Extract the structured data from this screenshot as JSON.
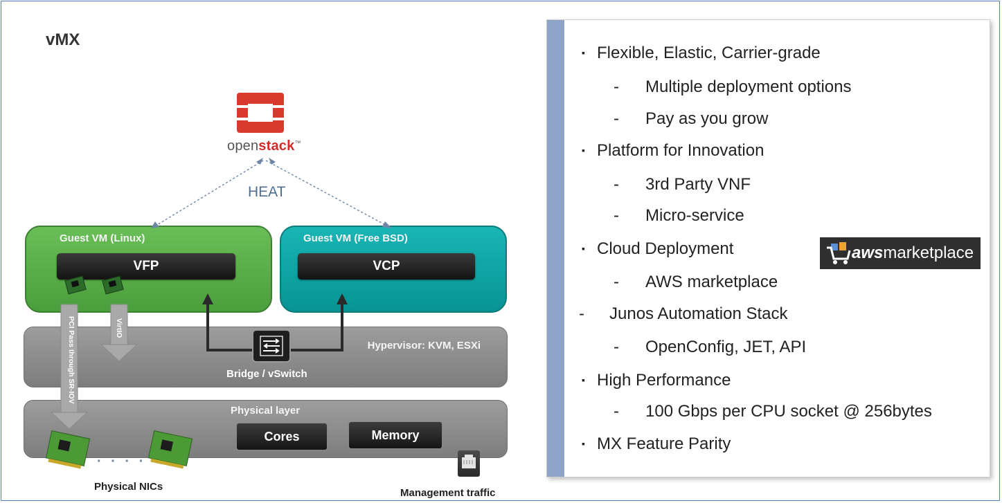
{
  "title": "vMX",
  "openstack": {
    "word_open": "open",
    "word_stack": "stack",
    "tm": "™"
  },
  "heat_label": "HEAT",
  "guest_vm_linux": {
    "label": "Guest VM (Linux)",
    "module": "VFP"
  },
  "guest_vm_bsd": {
    "label": "Guest VM (Free BSD)",
    "module": "VCP"
  },
  "hypervisor": {
    "label": "Hypervisor: KVM, ESXi",
    "bridge": "Bridge / vSwitch"
  },
  "physical": {
    "label": "Physical layer",
    "cores": "Cores",
    "memory": "Memory"
  },
  "paths": {
    "sriov": "PCI Pass through SR-IOV",
    "virtio": "VirtIO"
  },
  "physical_nics_label": "Physical NICs",
  "nic_dots": "· · · ·",
  "management_label": "Management traffic",
  "aws_badge": {
    "bold": "aws",
    "rest": "marketplace"
  },
  "features": [
    {
      "mark": "▪",
      "text": "Flexible, Elastic, Carrier-grade"
    },
    {
      "mark": "-",
      "text": "Multiple deployment options"
    },
    {
      "mark": "-",
      "text": "Pay as you grow"
    },
    {
      "mark": "▪",
      "text": "Platform for Innovation"
    },
    {
      "mark": "-",
      "text": "3rd Party VNF"
    },
    {
      "mark": "-",
      "text": "Micro-service"
    },
    {
      "mark": "▪",
      "text": "Cloud Deployment"
    },
    {
      "mark": "-",
      "text": "AWS marketplace"
    },
    {
      "mark": "-",
      "text": "Junos Automation Stack"
    },
    {
      "mark": "-",
      "text": "OpenConfig, JET, API"
    },
    {
      "mark": "▪",
      "text": "High Performance"
    },
    {
      "mark": "-",
      "text": "100 Gbps per CPU socket @ 256bytes"
    },
    {
      "mark": "▪",
      "text": "MX Feature Parity"
    }
  ],
  "colors": {
    "linux_vm": "#5cb24a",
    "bsd_vm": "#0fa3a3",
    "layer_gray": "#8c8c8c",
    "panel_accent": "#8ea4c6",
    "openstack_red": "#d02c2c"
  }
}
